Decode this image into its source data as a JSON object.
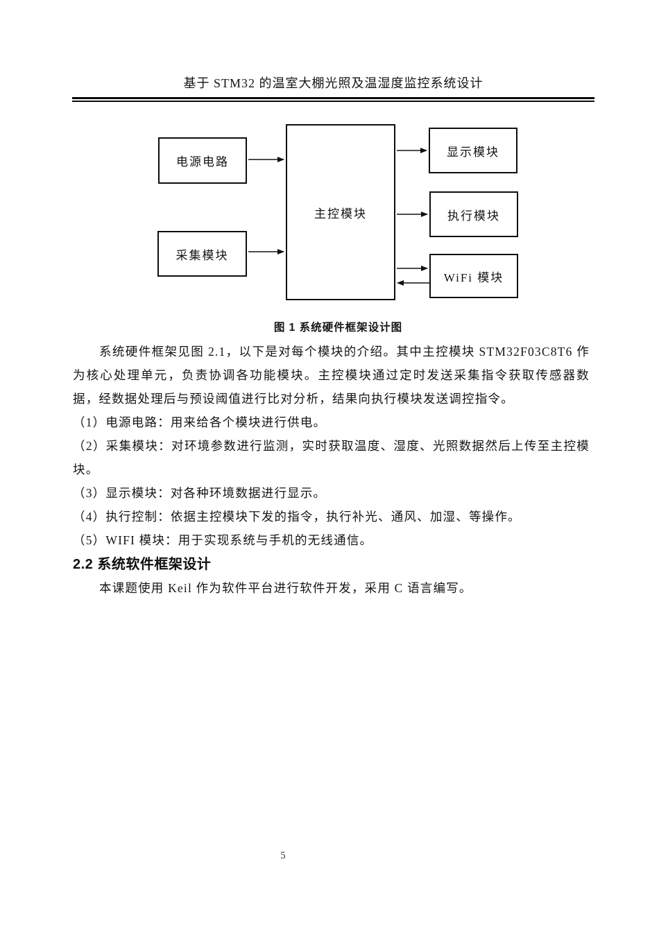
{
  "header": {
    "title": "基于 STM32 的温室大棚光照及温湿度监控系统设计"
  },
  "diagram": {
    "boxes": {
      "power": "电源电路",
      "collect": "采集模块",
      "main": "主控模块",
      "display": "显示模块",
      "exec": "执行模块",
      "wifi": "WiFi 模块"
    },
    "arrows": [
      "power-to-main",
      "collect-to-main",
      "main-to-display",
      "main-to-exec",
      "main-to-wifi",
      "wifi-to-main"
    ]
  },
  "figure": {
    "caption": "图 1  系统硬件框架设计图"
  },
  "body": {
    "intro": "系统硬件框架见图 2.1，以下是对每个模块的介绍。其中主控模块 STM32F03C8T6 作为核心处理单元，负责协调各功能模块。主控模块通过定时发送采集指令获取传感器数据，经数据处理后与预设阈值进行比对分析，结果向执行模块发送调控指令。",
    "items": [
      "（1）电源电路：用来给各个模块进行供电。",
      "（2）采集模块：对环境参数进行监测，实时获取温度、湿度、光照数据然后上传至主控模块。",
      "（3）显示模块：对各种环境数据进行显示。",
      "（4）执行控制：依据主控模块下发的指令，执行补光、通风、加湿、等操作。",
      "（5）WIFI 模块：用于实现系统与手机的无线通信。"
    ]
  },
  "section": {
    "heading": "2.2 系统软件框架设计",
    "text": "本课题使用 Keil 作为软件平台进行软件开发，采用 C 语言编写。"
  },
  "footer": {
    "page_number": "5"
  },
  "colors": {
    "background": "#ffffff",
    "text": "#151515",
    "line": "#111111"
  }
}
